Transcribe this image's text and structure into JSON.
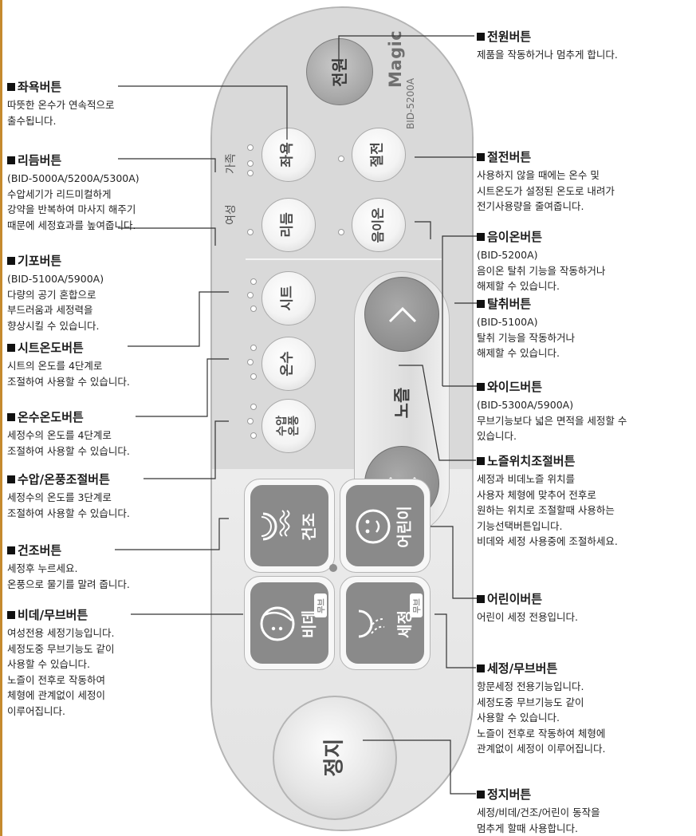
{
  "remote": {
    "brand": "Magic",
    "model": "BID-5200A",
    "buttons": {
      "power": "전원",
      "seat_sense": "좌욕",
      "energy_save": "절전",
      "rhythm": "리듬",
      "ion": "음이온",
      "seat_temp": "시트",
      "water_temp": "온수",
      "pressure_air": "수압\n온풍",
      "nozzle": "노즐",
      "dry": "건조",
      "child": "어린이",
      "bidet": "비데",
      "wash": "세정",
      "move_tag": "무브",
      "stop": "정지"
    },
    "modes": {
      "female": "여성",
      "family": "가족"
    }
  },
  "annotations": {
    "power": {
      "title": "전원버튼",
      "desc": "제품을 작동하거나 멈추게 합니다."
    },
    "seat_sense": {
      "title": "좌욕버튼",
      "desc": "따뜻한 온수가 연속적으로\n출수됩니다."
    },
    "rhythm": {
      "title": "리듬버튼",
      "desc": "(BID-5000A/5200A/5300A)\n수압세기가 리드미컬하게\n강약을 반복하여 마사지 해주기\n때문에 세정효과를 높여줍니다."
    },
    "bubble": {
      "title": "기포버튼",
      "desc": "(BID-5100A/5900A)\n다량의 공기 혼합으로\n부드러움과 세정력을\n향상시킬 수 있습니다."
    },
    "seat_temp": {
      "title": "시트온도버튼",
      "desc": "시트의 온도를 4단계로\n조절하여 사용할 수 있습니다."
    },
    "water_temp": {
      "title": "온수온도버튼",
      "desc": "세정수의 온도를 4단계로\n조절하여 사용할 수 있습니다."
    },
    "pressure_air": {
      "title": "수압/온풍조절버튼",
      "desc": "세정수의 온도를 3단계로\n조절하여 사용할 수 있습니다."
    },
    "dry": {
      "title": "건조버튼",
      "desc": "세정후 누르세요.\n온풍으로 물기를 말려 줍니다."
    },
    "bidet": {
      "title": "비데/무브버튼",
      "desc": "여성전용 세정기능입니다.\n세정도중 무브기능도 같이\n사용할 수 있습니다.\n노즐이 전후로 작동하여\n체형에 관계없이 세정이\n이루어집니다."
    },
    "energy_save": {
      "title": "절전버튼",
      "desc": "사용하지 않을 때에는 온수 및\n시트온도가 설정된 온도로 내려가\n전기사용량을 줄여줍니다."
    },
    "ion": {
      "title": "음이온버튼",
      "desc": "(BID-5200A)\n음이온 탈취 기능을 작동하거나\n해제할 수 있습니다."
    },
    "deodor": {
      "title": "탈취버튼",
      "desc": "(BID-5100A)\n탈취 기능을 작동하거나\n해제할 수 있습니다."
    },
    "wide": {
      "title": "와이드버튼",
      "desc": "(BID-5300A/5900A)\n무브기능보다 넓은 면적을 세정할 수\n있습니다."
    },
    "nozzle": {
      "title": "노즐위치조절버튼",
      "desc": "세정과 비데노즐 위치를\n사용자 체형에 맞추어 전후로\n원하는 위치로 조절할때 사용하는\n기능선택버튼입니다.\n비데와 세정 사용중에 조절하세요."
    },
    "child": {
      "title": "어린이버튼",
      "desc": "어린이 세정 전용입니다."
    },
    "wash": {
      "title": "세정/무브버튼",
      "desc": "항문세정 전용기능입니다.\n세정도중 무브기능도 같이\n사용할 수 있습니다.\n노즐이 전후로 작동하여 체형에\n관계없이 세정이 이루어집니다."
    },
    "stop": {
      "title": "정지버튼",
      "desc": "세정/비데/건조/어린이 동작을\n멈추게 할때 사용합니다."
    }
  },
  "colors": {
    "remote_body": "#d6d6d6",
    "button_dark": "#8a8a8a",
    "edge_accent": "#c58a2e",
    "leader": "#333333"
  }
}
